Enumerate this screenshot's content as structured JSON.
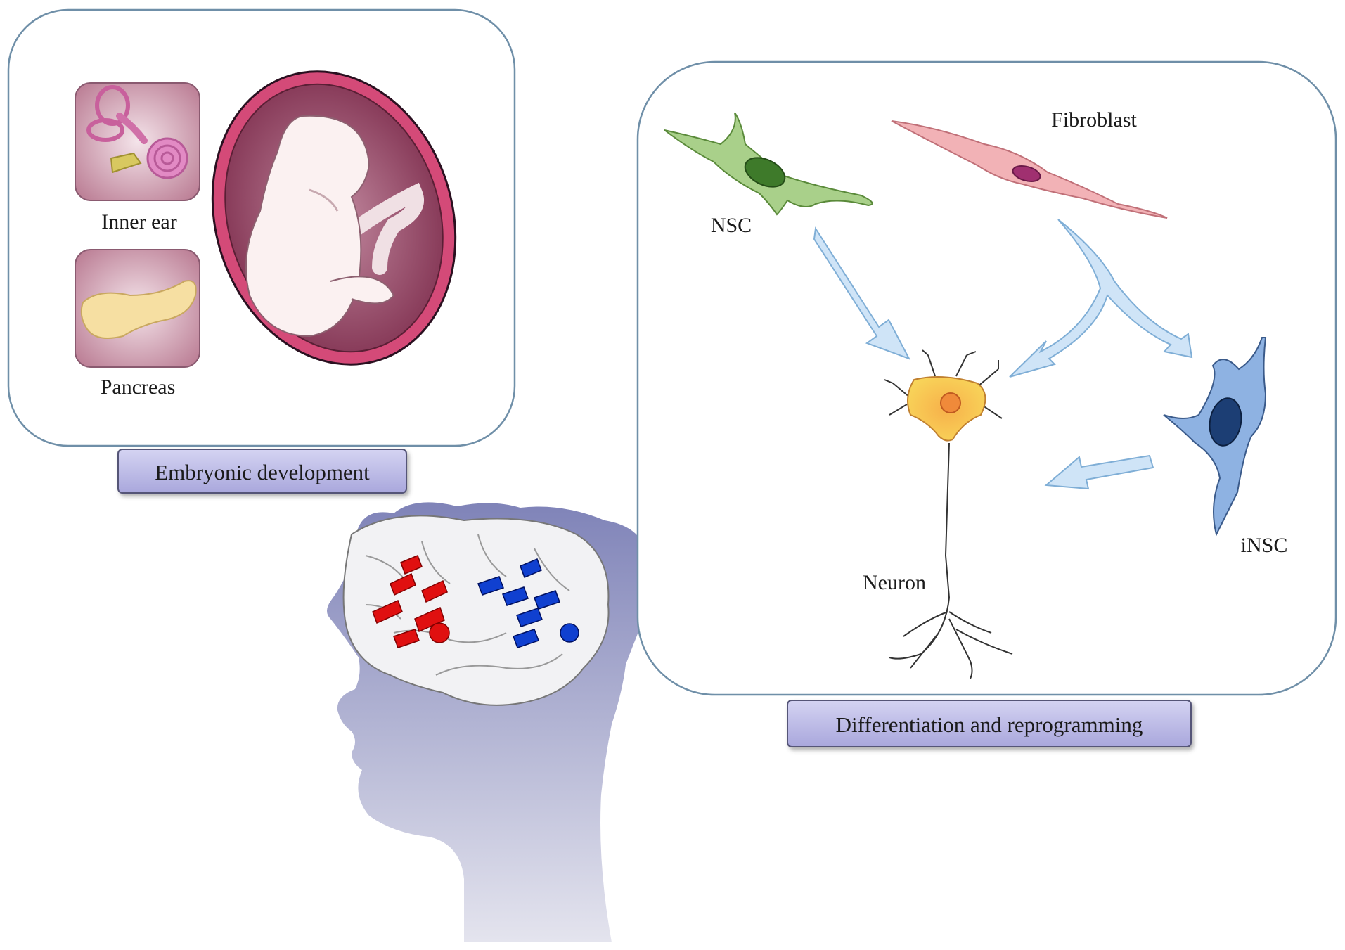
{
  "panels": {
    "embryonic": {
      "caption": "Embryonic development",
      "inner_ear_label": "Inner ear",
      "pancreas_label": "Pancreas"
    },
    "differentiation": {
      "caption": "Differentiation and reprogramming",
      "nsc_label": "NSC",
      "fibroblast_label": "Fibroblast",
      "neuron_label": "Neuron",
      "insc_label": "iNSC"
    }
  },
  "colors": {
    "panel_border": "#6f8fa8",
    "caption_fill": "#b9b8e4",
    "arrow_fill": "#cfe4f7",
    "arrow_stroke": "#7faed6",
    "protein_red": "#e01010",
    "protein_blue": "#1040d0",
    "head_top": "#7f83b8",
    "head_bottom": "#dcdcea"
  },
  "icons": [
    "inner-ear-icon",
    "pancreas-icon",
    "fetus-icon",
    "nsc-cell-icon",
    "fibroblast-cell-icon",
    "neuron-cell-icon",
    "insc-cell-icon",
    "brain-head-icon"
  ]
}
